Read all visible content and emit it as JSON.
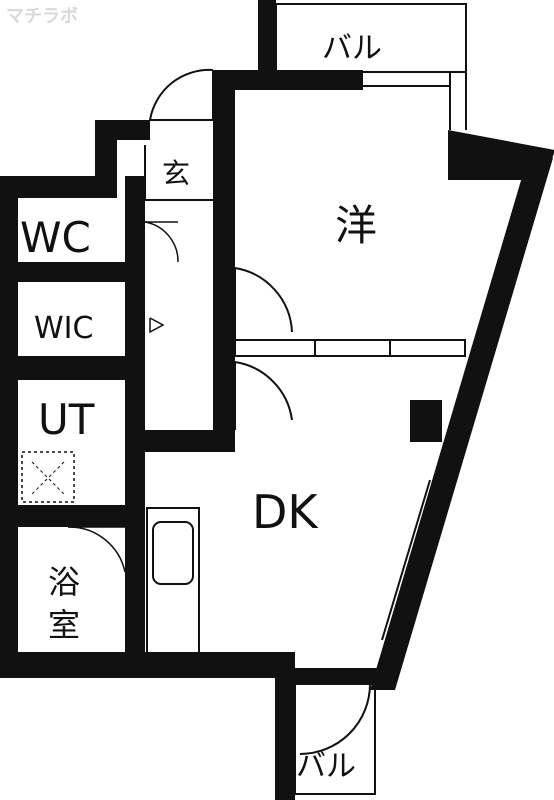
{
  "watermark": "マチラボ",
  "rooms": {
    "balcony_top": "バル",
    "western_room": "洋",
    "entrance": "玄",
    "wc": "WC",
    "wic": "WIC",
    "utility": "UT",
    "dk": "DK",
    "bath_line1": "浴",
    "bath_line2": "室",
    "balcony_bottom": "バル"
  },
  "colors": {
    "wall": "#111111",
    "background": "#ffffff",
    "watermark": "#d9d9d9"
  }
}
